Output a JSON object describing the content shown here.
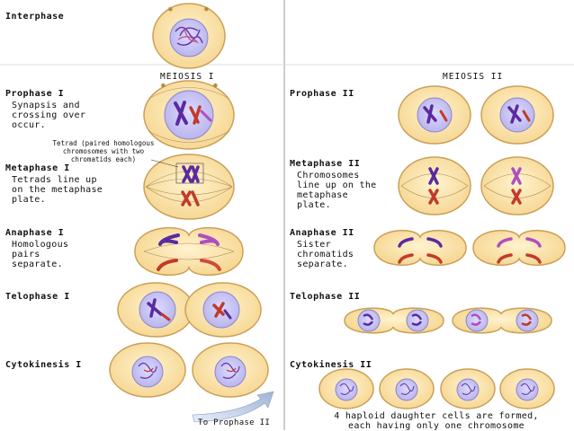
{
  "headers": {
    "meiosis1": "MEIOSIS I",
    "meiosis2": "MEIOSIS II"
  },
  "left": {
    "interphase": "Interphase",
    "prophase1": {
      "title": "Prophase I",
      "desc": "Synapsis and\ncrossing over\noccur."
    },
    "tetrad_note": "Tetrad (paired homologous\nchromosomes with two\nchromatids each)",
    "metaphase1": {
      "title": "Metaphase I",
      "desc": "Tetrads line up\non the metaphase\nplate."
    },
    "anaphase1": {
      "title": "Anaphase I",
      "desc": "Homologous\npairs\nseparate."
    },
    "telophase1": {
      "title": "Telophase I"
    },
    "cytokinesis1": {
      "title": "Cytokinesis I"
    },
    "to_prophase2": "To Prophase II"
  },
  "right": {
    "prophase2": {
      "title": "Prophase II"
    },
    "metaphase2": {
      "title": "Metaphase II",
      "desc": "Chromosomes\nline up on the\nmetaphase\nplate."
    },
    "anaphase2": {
      "title": "Anaphase II",
      "desc": "Sister\nchromatids\nseparate."
    },
    "telophase2": {
      "title": "Telophase II"
    },
    "cytokinesis2": {
      "title": "Cytokinesis II"
    },
    "summary": "4 haploid daughter cells are formed,\neach having only one chromosome"
  },
  "colors": {
    "cell": "#fae0a2",
    "cell_edge": "#c9a059",
    "nucleus": "#c9c6f2",
    "chrom_purple": "#5b2aa0",
    "chrom_red": "#c23a2a",
    "chrom_violet": "#b04ec0"
  }
}
